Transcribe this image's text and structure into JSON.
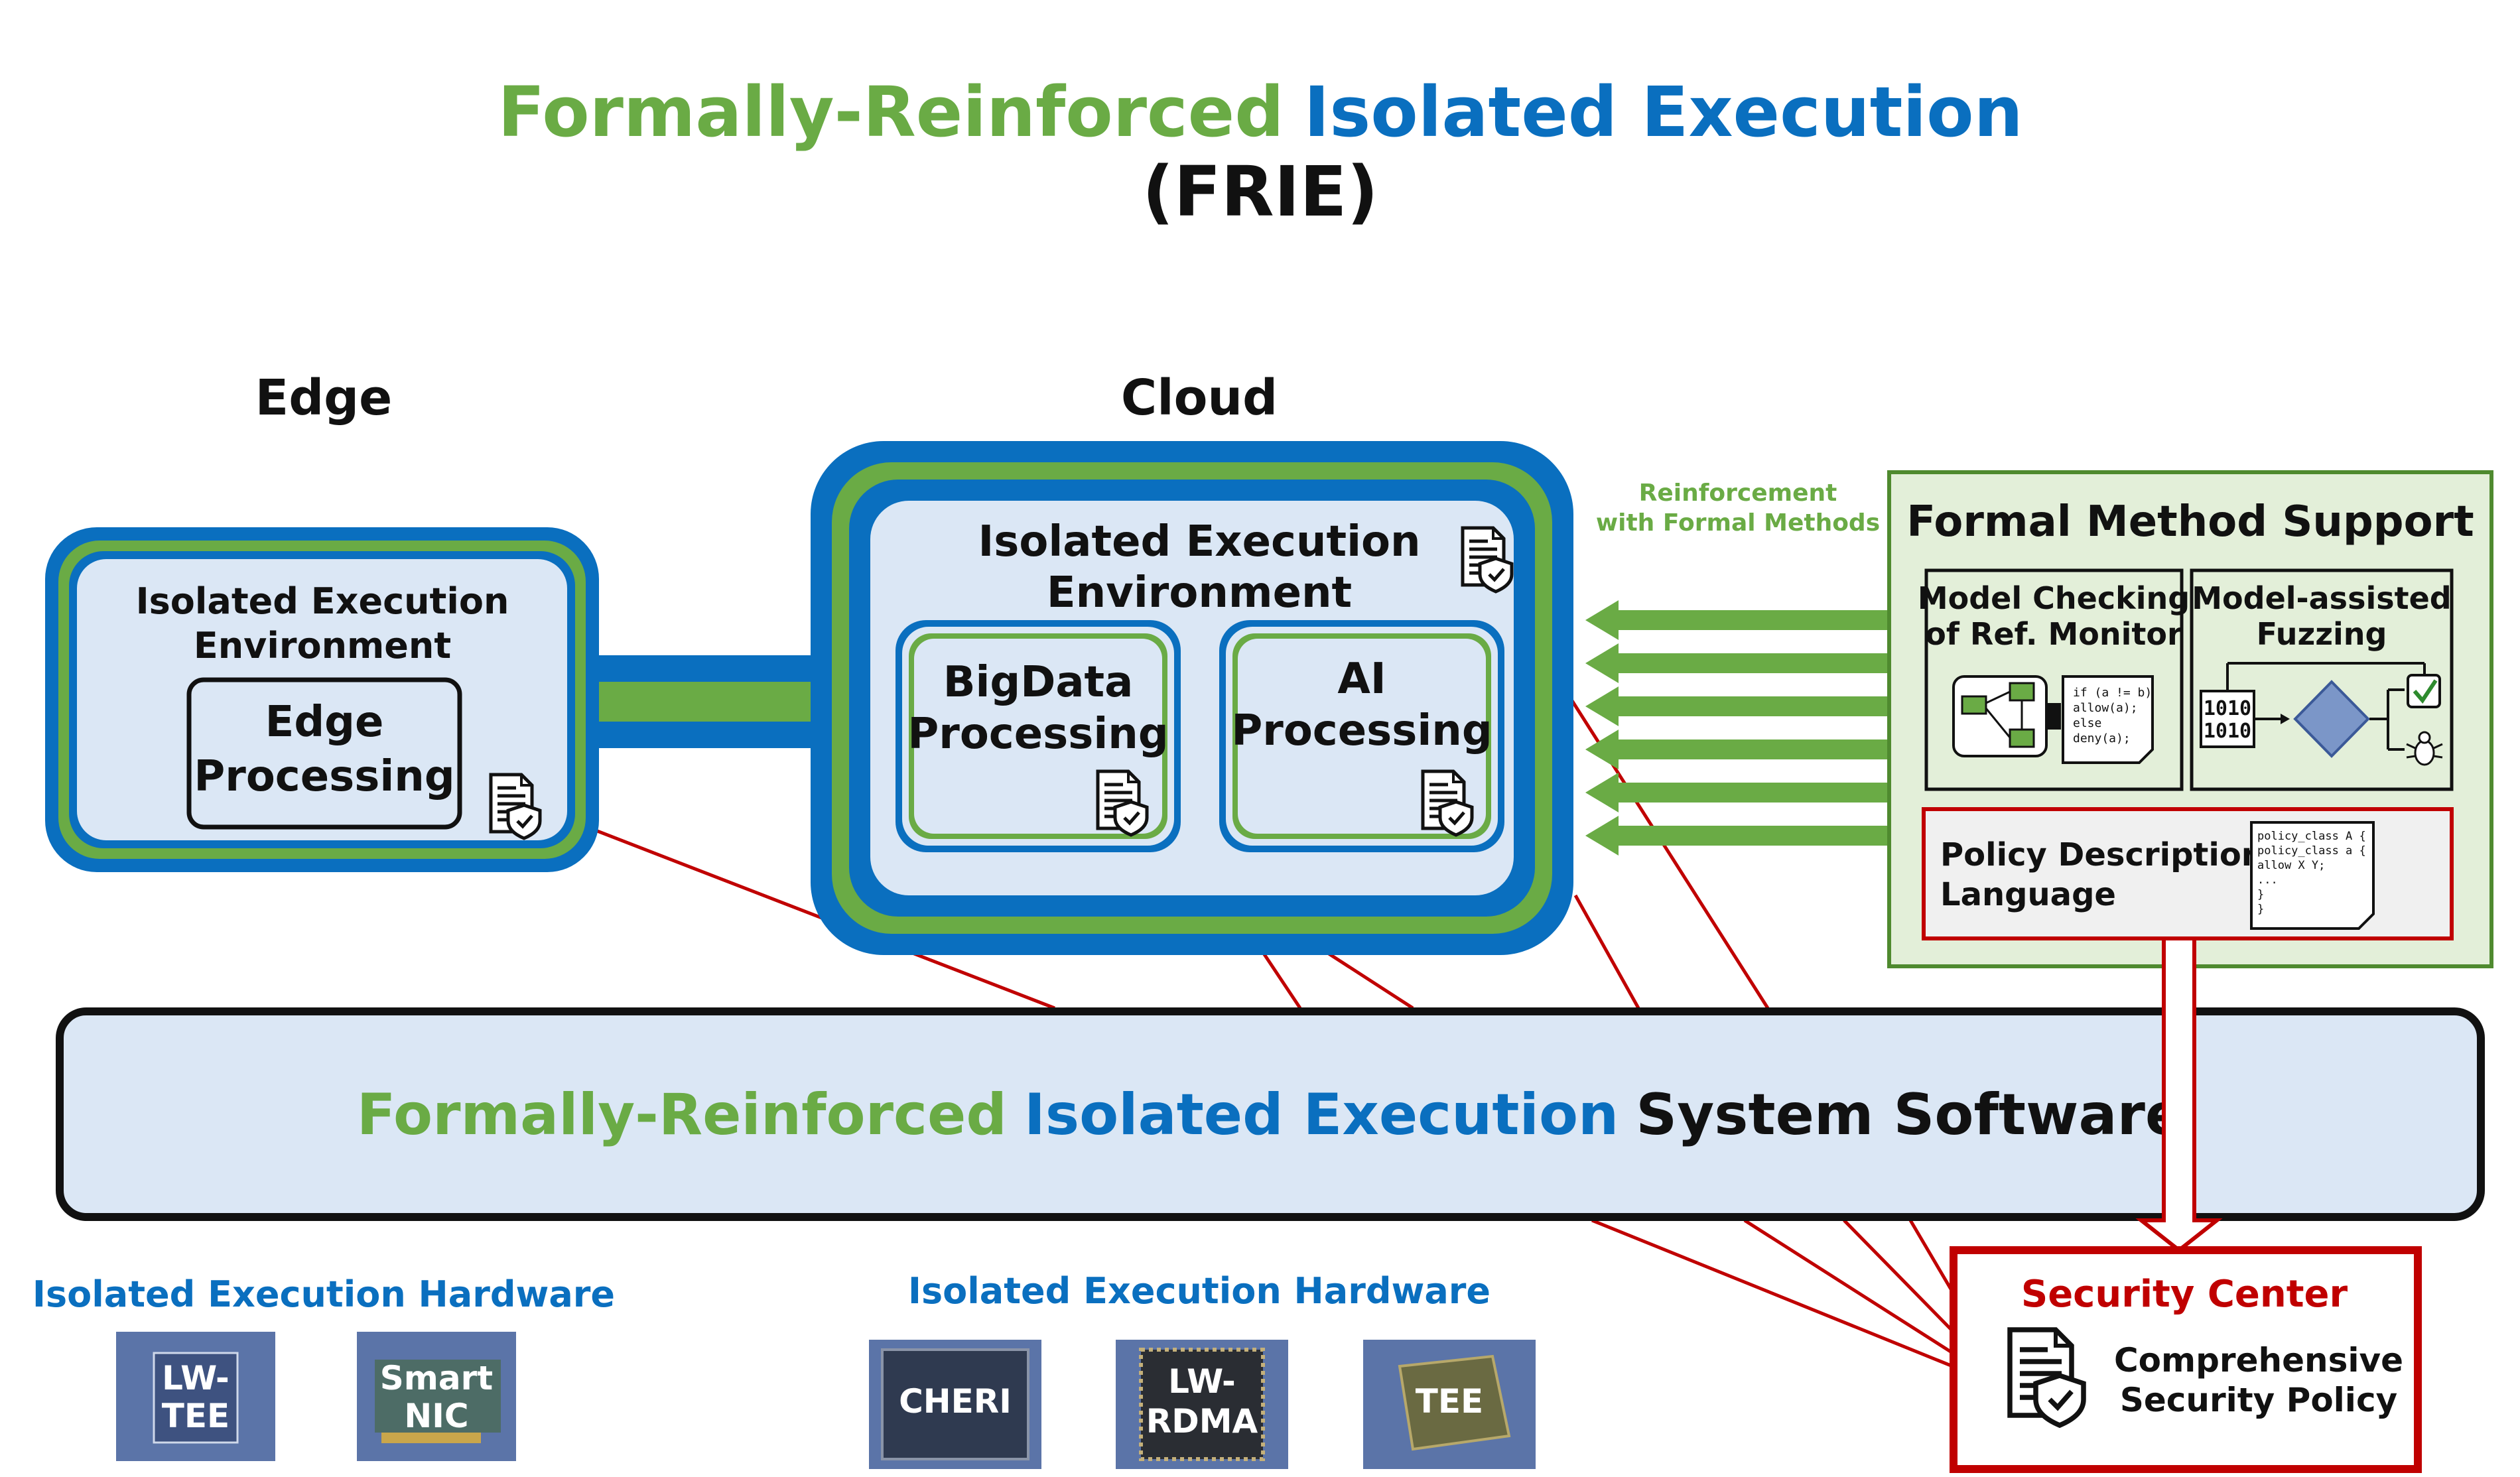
{
  "title": {
    "part1": "Formally-Reinforced",
    "part2": "Isolated Execution",
    "line2": "(FRIE)"
  },
  "edge": {
    "heading": "Edge",
    "iee_line1": "Isolated Execution",
    "iee_line2": "Environment",
    "proc_line1": "Edge",
    "proc_line2": "Processing"
  },
  "cloud": {
    "heading": "Cloud",
    "iee_line1": "Isolated Execution",
    "iee_line2": "Environment",
    "bigdata_line1": "BigData",
    "bigdata_line2": "Processing",
    "ai_line1": "AI",
    "ai_line2": "Processing"
  },
  "reinforcement": {
    "line1": "Reinforcement",
    "line2": "with Formal Methods"
  },
  "formal": {
    "title": "Formal Method Support",
    "mc_line1": "Model Checking",
    "mc_line2": "of Ref. Monitor",
    "code_lines": [
      "if (a != b)",
      "  allow(a);",
      "else",
      "  deny(a);"
    ],
    "fz_line1": "Model-assisted",
    "fz_line2": "Fuzzing",
    "bits_line1": "1010",
    "bits_line2": "1010",
    "pdl_line1": "Policy Description",
    "pdl_line2": "Language",
    "policy_lines": [
      "policy_class A {",
      "  policy_class a {",
      "    allow X Y;",
      "    ...",
      "  }",
      "}"
    ]
  },
  "system": {
    "part1": "Formally-Reinforced",
    "part2": "Isolated Execution",
    "part3": "System Software"
  },
  "hardware": {
    "edge_label": "Isolated Execution Hardware",
    "cloud_label": "Isolated Execution Hardware",
    "edge_tiles": [
      {
        "line1": "LW-",
        "line2": "TEE"
      },
      {
        "line1": "Smart",
        "line2": "NIC"
      }
    ],
    "cloud_tiles": [
      {
        "line1": "CHERI",
        "line2": ""
      },
      {
        "line1": "LW-",
        "line2": "RDMA"
      },
      {
        "line1": "TEE",
        "line2": ""
      }
    ]
  },
  "security": {
    "title": "Security Center",
    "line1": "Comprehensive",
    "line2": "Security Policy"
  },
  "colors": {
    "green": "#6aab45",
    "blue": "#0a6fbf",
    "light_blue_fill": "#dbe7f5",
    "red": "#c00000",
    "formal_fill": "#e3efd9",
    "tile_fill": "#5b74a8"
  }
}
